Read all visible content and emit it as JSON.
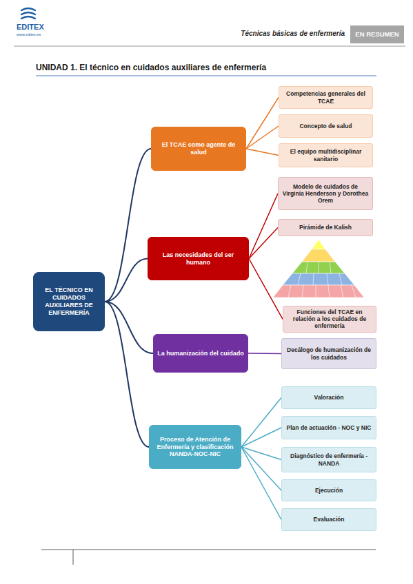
{
  "diagram": {
    "title": "UNIDAD 1. El técnico en cuidados auxiliares de enfermería",
    "nodes": [
      {
        "text": [
          "EN RESUMEN"
        ]
      },
      {
        "text": [
          "EL TÉCNICO EN CUIDADOS AUXILIARES DE ENFERMERÍA"
        ]
      },
      {
        "text": [
          "El TCAE como agente de salud"
        ]
      },
      {
        "text": [
          "Competencias generales del TCAE"
        ]
      },
      {
        "text": [
          "Concepto de salud"
        ]
      },
      {
        "text": [
          "El equipo multidisciplinar sanitario"
        ]
      },
      {
        "text": [
          "Las necesidades del ser humano"
        ]
      },
      {
        "text": [
          "Modelo de cuidados de Virginia Henderson y Dorothea Orem"
        ]
      },
      {
        "text": [
          "Pirámide de Kalish"
        ]
      },
      {
        "text": [
          "Funciones del TCAE en relación a los cuidados de enfermería"
        ]
      },
      {
        "text": [
          "La humanización del cuidado"
        ]
      },
      {
        "text": [
          "Decálogo de humanización de los cuidados"
        ]
      },
      {
        "text": [
          "Proceso de Atención de Enfermería y clasificación NANDA-NOC-NIC"
        ]
      },
      {
        "text": [
          "Valoración"
        ]
      },
      {
        "text": [
          "Plan de actuación - NOC y NIC"
        ]
      },
      {
        "text": [
          "Diagnóstico de enfermería - NANDA"
        ]
      },
      {
        "text": [
          "Ejecución"
        ]
      },
      {
        "text": [
          "Evaluación"
        ]
      }
    ],
    "edges": [
      {
        "from": 1,
        "to": 2,
        "arrow": "none"
      },
      {
        "from": 1,
        "to": 6,
        "arrow": "none"
      },
      {
        "from": 1,
        "to": 10,
        "arrow": "none"
      },
      {
        "from": 1,
        "to": 12,
        "arrow": "none"
      },
      {
        "from": 2,
        "to": 3,
        "arrow": "none"
      },
      {
        "from": 2,
        "to": 4,
        "arrow": "none"
      },
      {
        "from": 2,
        "to": 5,
        "arrow": "none"
      },
      {
        "from": 6,
        "to": 7,
        "arrow": "none"
      },
      {
        "from": 6,
        "to": 8,
        "arrow": "none"
      },
      {
        "from": 6,
        "to": 9,
        "arrow": "none"
      },
      {
        "from": 10,
        "to": 11,
        "arrow": "none"
      },
      {
        "from": 12,
        "to": 13,
        "arrow": "none"
      },
      {
        "from": 12,
        "to": 14,
        "arrow": "none"
      },
      {
        "from": 12,
        "to": 15,
        "arrow": "none"
      },
      {
        "from": 12,
        "to": 16,
        "arrow": "none"
      },
      {
        "from": 12,
        "to": 17,
        "arrow": "none"
      }
    ],
    "labels": [
      "EDITEX",
      "www.editex.es",
      "Técnicas básicas de enfermería"
    ]
  }
}
